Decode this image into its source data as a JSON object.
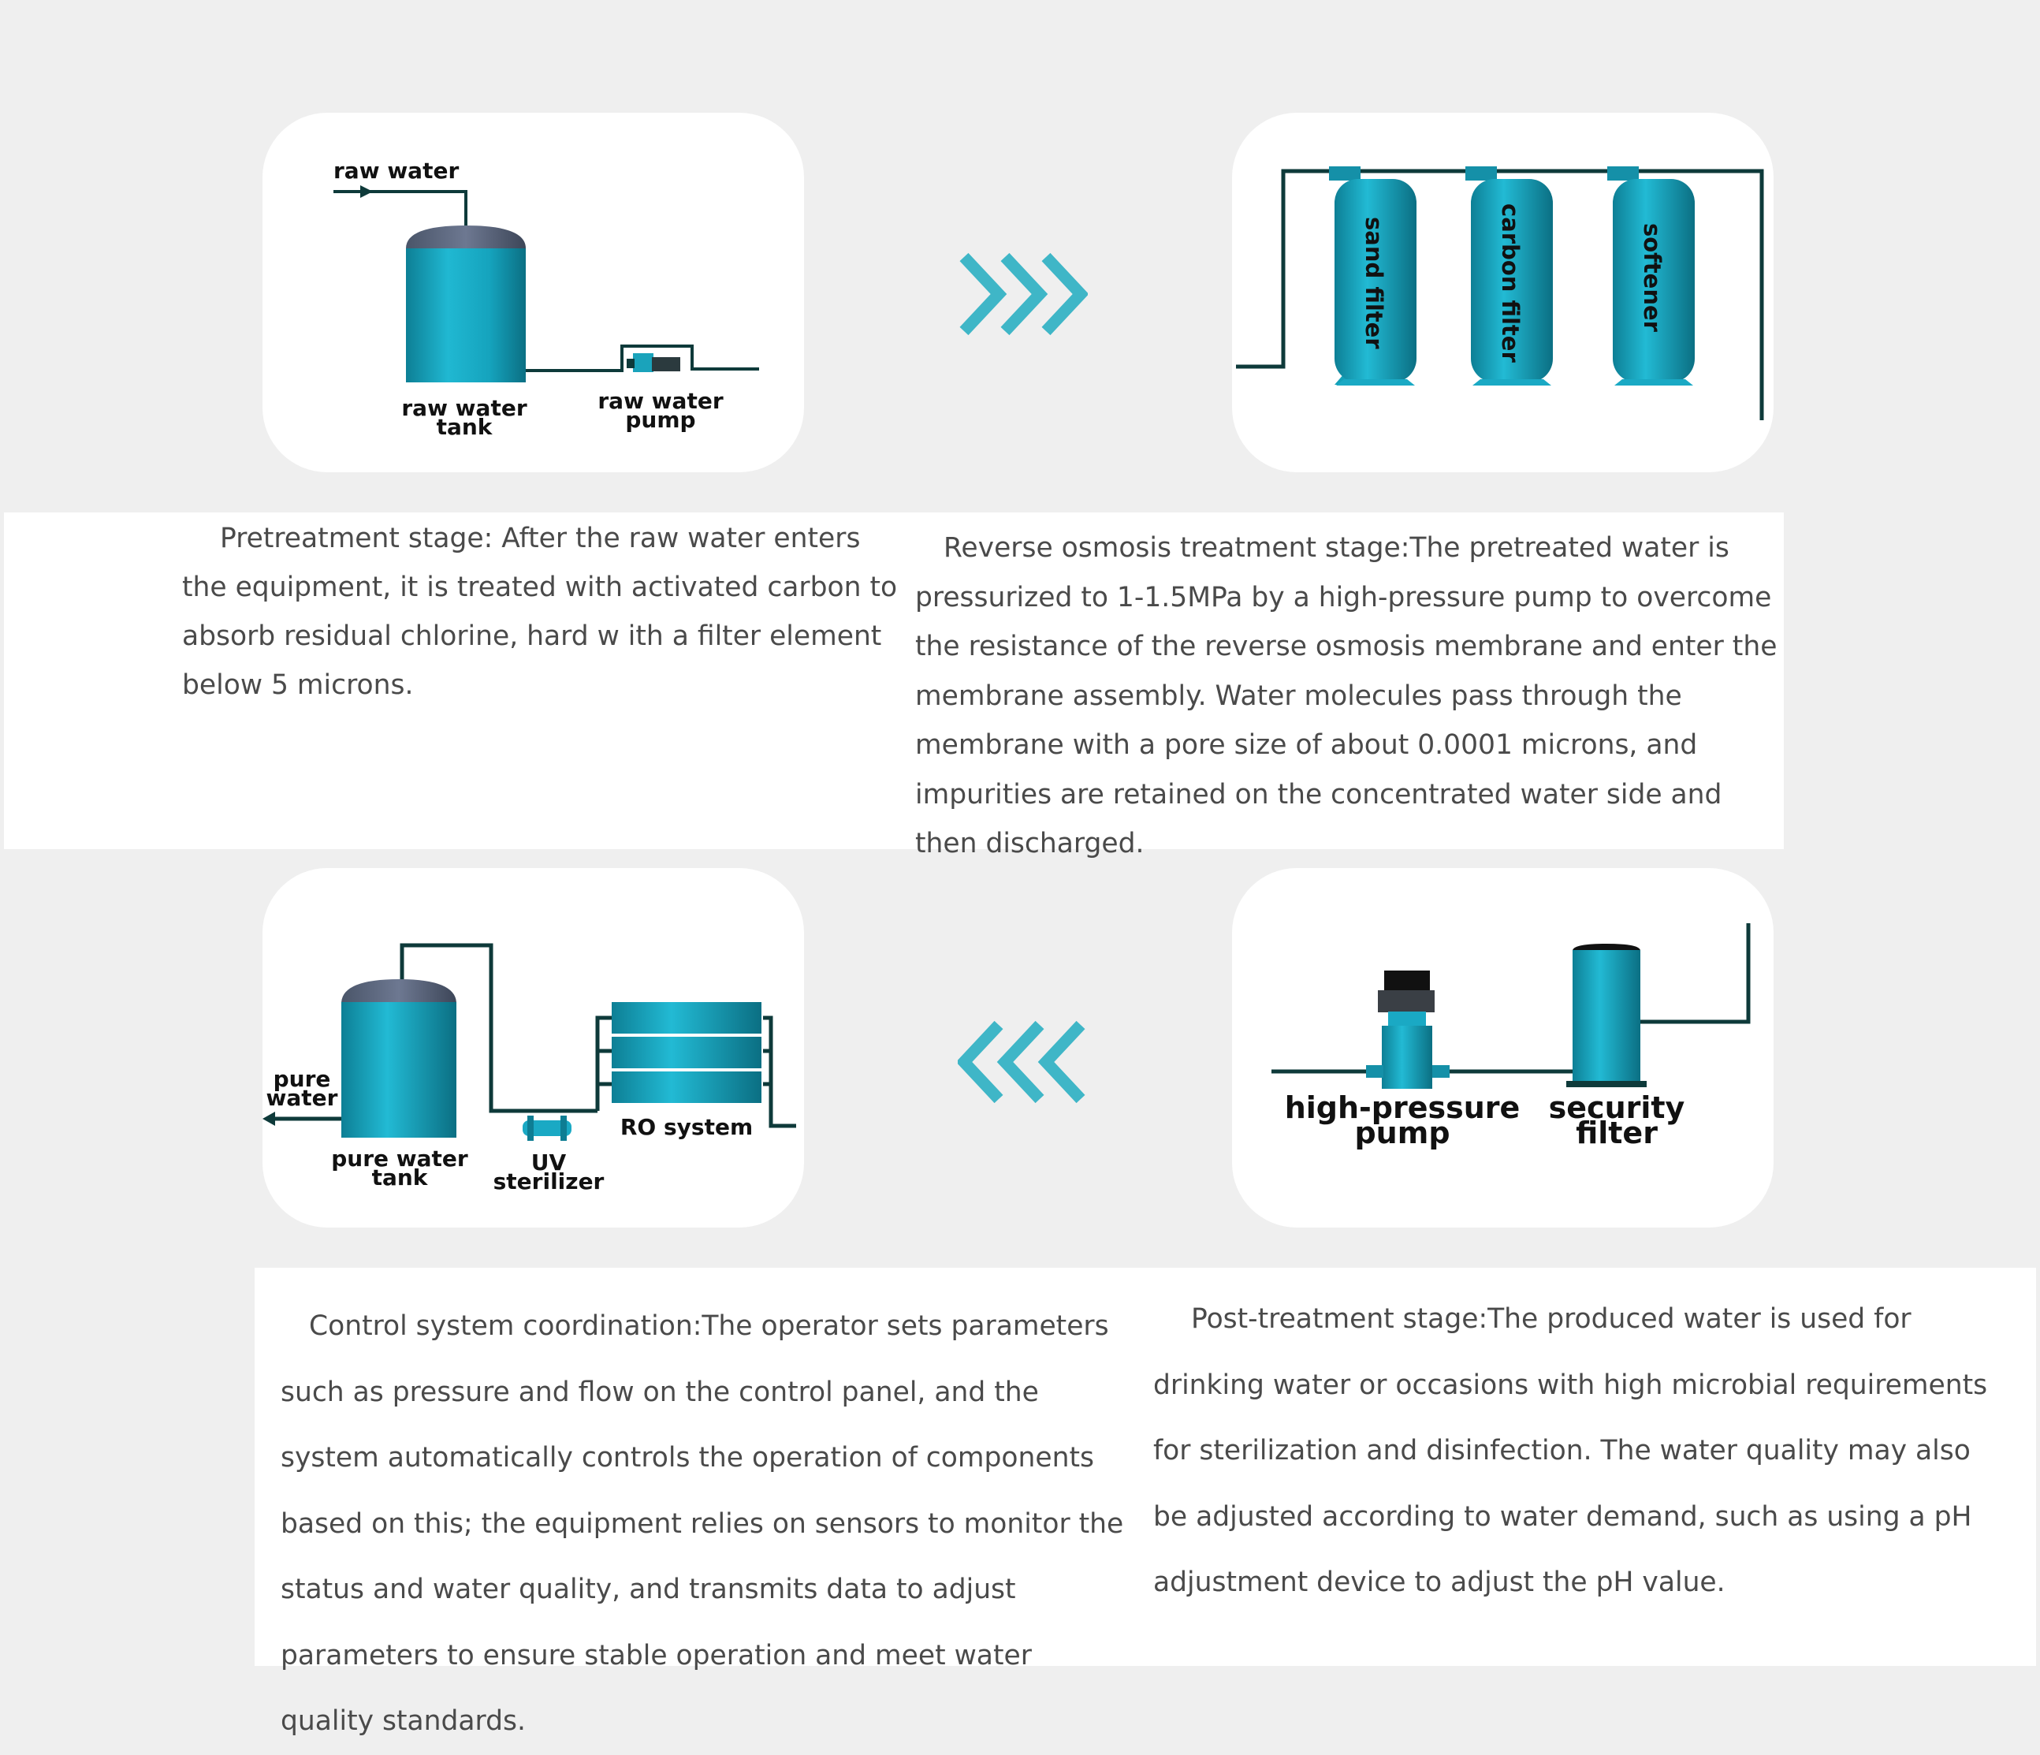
{
  "colors": {
    "background": "#efefef",
    "card": "#ffffff",
    "tank_teal": "#1aa9c4",
    "tank_dark": "#0e7d93",
    "pipe": "#0e3a3a",
    "chevron": "#3fb6c7",
    "text": "#4a4a4a"
  },
  "panels": {
    "pretreatment_diagram": {
      "labels": {
        "raw_water": "raw water",
        "tank_line1": "raw water",
        "tank_line2": "tank",
        "pump_line1": "raw water",
        "pump_line2": "pump"
      }
    },
    "filter_diagram": {
      "labels": {
        "sand_filter": "sand filter",
        "carbon_filter": "carbon filter",
        "softener": "softener"
      }
    },
    "pure_water_diagram": {
      "labels": {
        "pure_line1": "pure",
        "pure_line2": "water",
        "tank_line1": "pure water",
        "tank_line2": "tank",
        "uv_line1": "UV",
        "uv_line2": "sterilizer",
        "ro_system": "RO system"
      }
    },
    "pump_filter_diagram": {
      "labels": {
        "pump_line1": "high-pressure",
        "pump_line2": "pump",
        "filter_line1": "security",
        "filter_line2": "filter"
      }
    }
  },
  "arrows": {
    "forward": "chevrons-right-icon",
    "backward": "chevrons-left-icon"
  },
  "texts": {
    "pretreatment": "Pretreatment stage: After the raw water enters the equipment, it is treated with activated carbon to absorb residual chlorine, hard w    ith a filter element below 5 microns.",
    "reverse_osmosis": "Reverse osmosis treatment stage:The pretreated water is pressurized to 1-1.5MPa by a high-pressure pump to overcome the resistance of the reverse osmosis membrane and enter the membrane assembly. Water molecules pass through the membrane with a pore size of about 0.0001 microns, and impurities are retained on the concentrated water side and then discharged.",
    "control_system": "Control system coordination:The operator sets parameters such as pressure and flow on the control panel, and the system automatically controls the operation of components based on this; the equipment relies on sensors to monitor the status and water quality, and transmits data to adjust parameters to ensure stable operation and meet water quality standards.",
    "post_treatment": "Post-treatment stage:The produced water is used for drinking water or occasions with high microbial requirements for sterilization and disinfection. The water quality may also be adjusted according to water demand, such as using a pH adjustment device to adjust the pH value."
  }
}
